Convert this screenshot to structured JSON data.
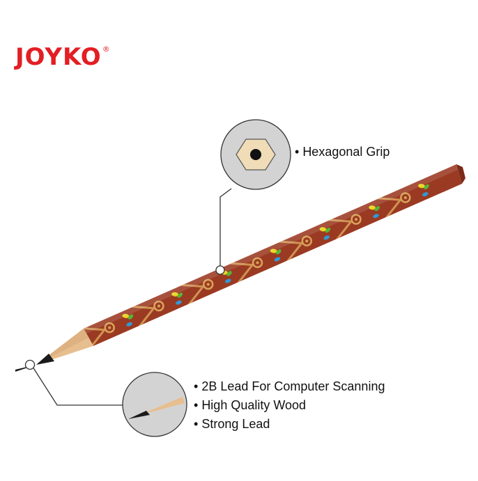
{
  "brand": {
    "name": "JOYKO",
    "mark": "®",
    "color": "#e31e24"
  },
  "callouts": [
    {
      "feature": "Hexagonal Grip"
    },
    {
      "features": [
        "2B Lead For Computer Scanning",
        "High Quality Wood",
        "Strong Lead"
      ]
    }
  ],
  "bullet": "•",
  "colors": {
    "pencil_body": "#9b3a22",
    "pattern": "#d9a35a",
    "leaf_yellow": "#e8d41e",
    "leaf_green": "#59b33a",
    "leaf_blue": "#2f9ad6",
    "wood": "#e7be8e",
    "lead": "#1b1b1b",
    "bubble_fill": "#d3d3d3"
  },
  "icons": [
    "hexagon-cross-section-icon",
    "sharpened-tip-icon"
  ]
}
